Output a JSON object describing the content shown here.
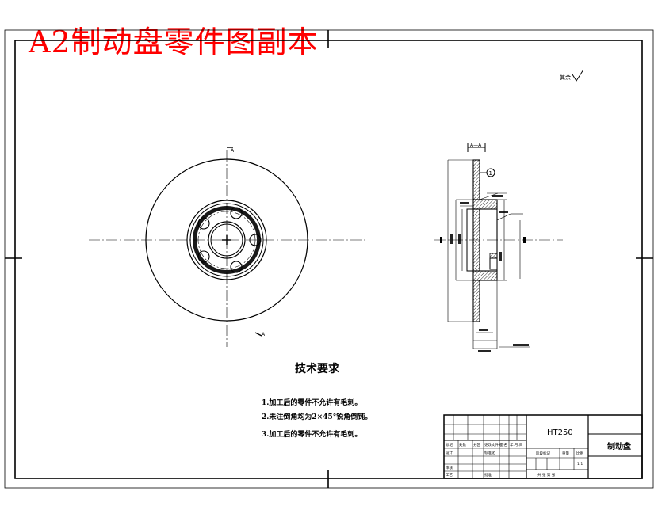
{
  "watermark": {
    "text": "A2制动盘零件图副本",
    "color": "#ff0000"
  },
  "roughness": {
    "label": "其余"
  },
  "front_view": {
    "section_mark_top": "A",
    "section_mark_bottom": "A"
  },
  "side_view": {
    "section_label": "A—A",
    "balloon_number": "1"
  },
  "technical_requirements": {
    "title": "技术要求",
    "items": [
      "1.加工后的零件不允许有毛刺。",
      "2.未注倒角均为2×45°锐角倒钝。",
      "3.加工后的零件不允许有毛刺。"
    ]
  },
  "title_block": {
    "material": "HT250",
    "part_name": "制动盘",
    "header_cells": [
      "标记",
      "处数",
      "分区",
      "更改文件号",
      "签名",
      "年.月.日"
    ],
    "row_design": "设计",
    "row_standard": "标准化",
    "row_review": "审核",
    "row_process": "工艺",
    "row_approve": "批准",
    "stage_labels": [
      "阶段标记",
      "重量",
      "比例"
    ],
    "scale": "1:1",
    "sheets": "共  张  第  张"
  },
  "colors": {
    "line": "#000000",
    "watermark": "#ff0000",
    "background": "#ffffff"
  }
}
